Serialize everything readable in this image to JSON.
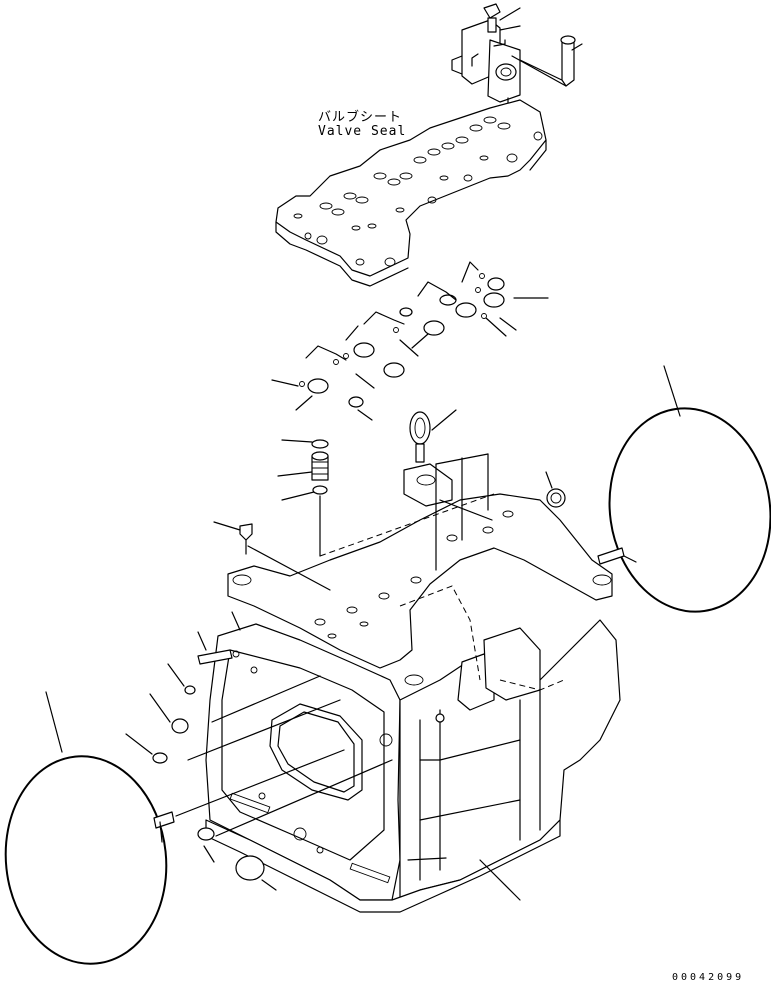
{
  "labels": {
    "valve_seal_jp": "バルブシート",
    "valve_seal_en": "Valve Seal",
    "drawing_number": "00042099"
  }
}
